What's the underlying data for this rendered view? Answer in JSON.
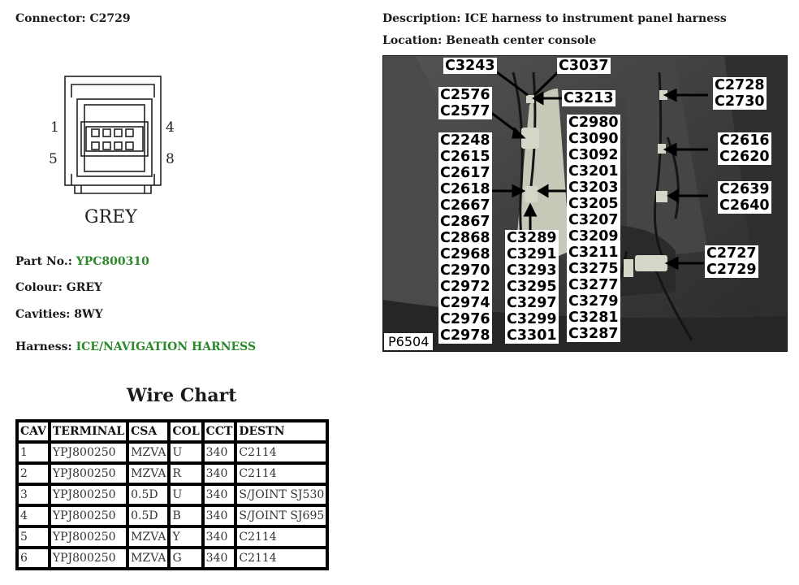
{
  "header": {
    "connector_label": "Connector:",
    "connector_value": "C2729",
    "description_label": "Description:",
    "description_value": "ICE harness to instrument panel harness",
    "location_label": "Location:",
    "location_value": "Beneath center console"
  },
  "connector_diagram": {
    "pin_1": "1",
    "pin_4": "4",
    "pin_5": "5",
    "pin_8": "8",
    "colour_text": "GREY"
  },
  "details": {
    "part_label": "Part No.:",
    "part_value": "YPC800310",
    "colour_label": "Colour:",
    "colour_value": "GREY",
    "cavities_label": "Cavities:",
    "cavities_value": "8WY",
    "harness_label": "Harness:",
    "harness_value": "ICE/NAVIGATION HARNESS",
    "link_color": "#2a8a2a"
  },
  "wire_chart": {
    "title": "Wire Chart",
    "headers": [
      "CAV",
      "TERMINAL",
      "CSA",
      "COL",
      "CCT",
      "DESTN"
    ],
    "rows": [
      [
        "1",
        "YPJ800250",
        "MZVA",
        "U",
        "340",
        "C2114"
      ],
      [
        "2",
        "YPJ800250",
        "MZVA",
        "R",
        "340",
        "C2114"
      ],
      [
        "3",
        "YPJ800250",
        "0.5D",
        "U",
        "340",
        "S/JOINT SJ530"
      ],
      [
        "4",
        "YPJ800250",
        "0.5D",
        "B",
        "340",
        "S/JOINT SJ695"
      ],
      [
        "5",
        "YPJ800250",
        "MZVA",
        "Y",
        "340",
        "C2114"
      ],
      [
        "6",
        "YPJ800250",
        "MZVA",
        "G",
        "340",
        "C2114"
      ]
    ]
  },
  "photo": {
    "id": "P6504",
    "labels": {
      "c3243": "C3243",
      "c3037": "C3037",
      "c2576_2577": "C2576\nC2577",
      "c3213": "C3213",
      "c2728_2730": "C2728\nC2730",
      "left_column": "C2248\nC2615\nC2617\nC2618\nC2667\nC2867\nC2868\nC2968\nC2970\nC2972\nC2974\nC2976\nC2978",
      "mid_bottom": "C3289\nC3291\nC3293\nC3295\nC3297\nC3299\nC3301",
      "mid_column": "C2980\nC3090\nC3092\nC3201\nC3203\nC3205\nC3207\nC3209\nC3211\nC3275\nC3277\nC3279\nC3281\nC3287",
      "c2616_2620": "C2616\nC2620",
      "c2639_2640": "C2639\nC2640",
      "c2727_2729": "C2727\nC2729"
    }
  }
}
